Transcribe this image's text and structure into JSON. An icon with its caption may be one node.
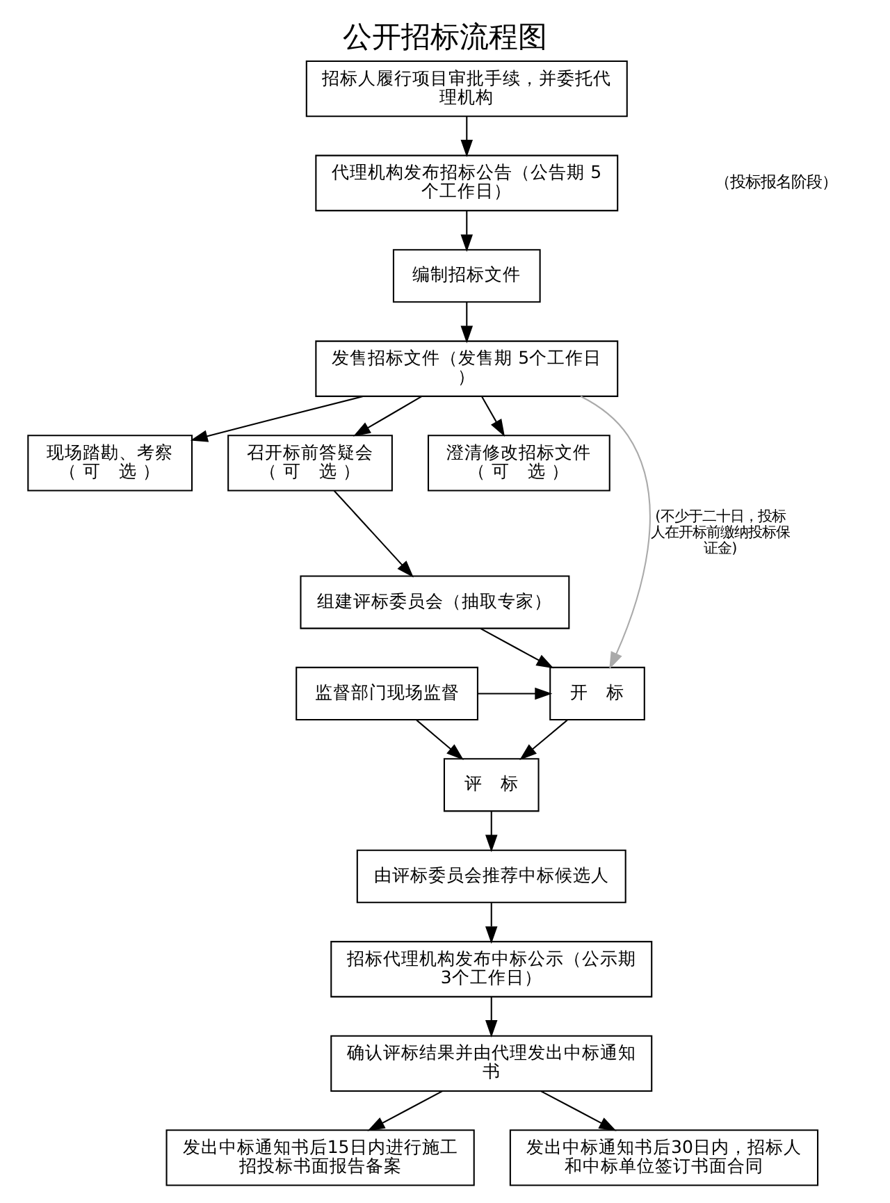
{
  "diagram": {
    "title": "公开招标流程图",
    "nodes": [
      {
        "text": [
          "招标人履行项目审批手续，并委托代理机构"
        ]
      },
      {
        "text": [
          "代理机构发布招标公告（公告期 5个工作日）"
        ]
      },
      {
        "text": [
          "编制招标文件"
        ]
      },
      {
        "text": [
          "发售招标文件（发售期 5个工作日）"
        ]
      },
      {
        "text": [
          "现场踏勘、考察",
          "（ 可　选 ）"
        ]
      },
      {
        "text": [
          "召开标前答疑会",
          "（ 可　选 ）"
        ]
      },
      {
        "text": [
          "澄清修改招标文件",
          "（ 可　选 ）"
        ]
      },
      {
        "text": [
          "组建评标委员会（抽取专家）"
        ]
      },
      {
        "text": [
          "开　标"
        ]
      },
      {
        "text": [
          "评　标"
        ]
      },
      {
        "text": [
          "由评标委员会推荐中标候选人"
        ]
      },
      {
        "text": [
          "招标代理机构发布中标公示（公示期3个工作日）"
        ]
      },
      {
        "text": [
          "确认评标结果并由代理发出中标通知书"
        ]
      },
      {
        "text": [
          "发出中标通知书后15日内进行施工招投标书面报告备案"
        ]
      },
      {
        "text": [
          "发出中标通知书后30日内，招标人和中标单位签订书面合同"
        ]
      },
      {
        "text": [
          "监督部门现场监督"
        ]
      }
    ],
    "edges": [
      {
        "from": 0,
        "to": 1,
        "arrow": "to"
      },
      {
        "from": 1,
        "to": 2,
        "arrow": "to"
      },
      {
        "from": 2,
        "to": 3,
        "arrow": "to"
      },
      {
        "from": 3,
        "to": 4,
        "arrow": "to"
      },
      {
        "from": 3,
        "to": 5,
        "arrow": "to"
      },
      {
        "from": 3,
        "to": 6,
        "arrow": "to"
      },
      {
        "from": 3,
        "to": 8,
        "arrow": "to",
        "label": "(不少于二十日，投标人在开标前缴纳投标保证金)",
        "color": "#aaaaaa"
      },
      {
        "from": 5,
        "to": 7,
        "arrow": "to"
      },
      {
        "from": 7,
        "to": 8,
        "arrow": "to"
      },
      {
        "from": 15,
        "to": 8,
        "arrow": "to"
      },
      {
        "from": 8,
        "to": 9,
        "arrow": "to"
      },
      {
        "from": 15,
        "to": 9,
        "arrow": "to"
      },
      {
        "from": 9,
        "to": 10,
        "arrow": "to"
      },
      {
        "from": 10,
        "to": 11,
        "arrow": "to"
      },
      {
        "from": 11,
        "to": 12,
        "arrow": "to"
      },
      {
        "from": 12,
        "to": 13,
        "arrow": "to"
      },
      {
        "from": 12,
        "to": 14,
        "arrow": "to"
      }
    ],
    "labels": [
      "（投标报名阶段）"
    ]
  }
}
